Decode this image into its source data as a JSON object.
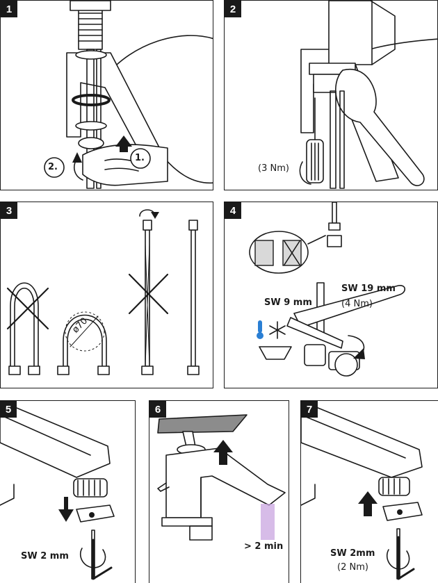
{
  "steps": [
    {
      "number": "1",
      "callouts": [
        "2.",
        "1."
      ]
    },
    {
      "number": "2",
      "torque": "(3 Nm)"
    },
    {
      "number": "3",
      "bend_diameter": "ø70"
    },
    {
      "number": "4",
      "wrench_a": "SW 9 mm",
      "wrench_b": "SW 19 mm",
      "torque": "(4 Nm)"
    },
    {
      "number": "5",
      "wrench": "SW 2 mm"
    },
    {
      "number": "6",
      "flush_time": "> 2 min"
    },
    {
      "number": "7",
      "wrench": "SW 2mm",
      "torque": "(2 Nm)"
    }
  ],
  "colors": {
    "line": "#1a1a1a",
    "cold_water": "#2a7fd4",
    "flush_water": "#c9a6e0",
    "grey": "#8c8c8c"
  },
  "icons": [
    "hand-icon",
    "wrench-icon",
    "screwdriver-icon",
    "thermometer-icon",
    "snowflake-icon",
    "allen-key-icon",
    "arrow-up-icon",
    "arrow-down-icon",
    "rotate-arrow-icon",
    "cross-mark-icon"
  ]
}
